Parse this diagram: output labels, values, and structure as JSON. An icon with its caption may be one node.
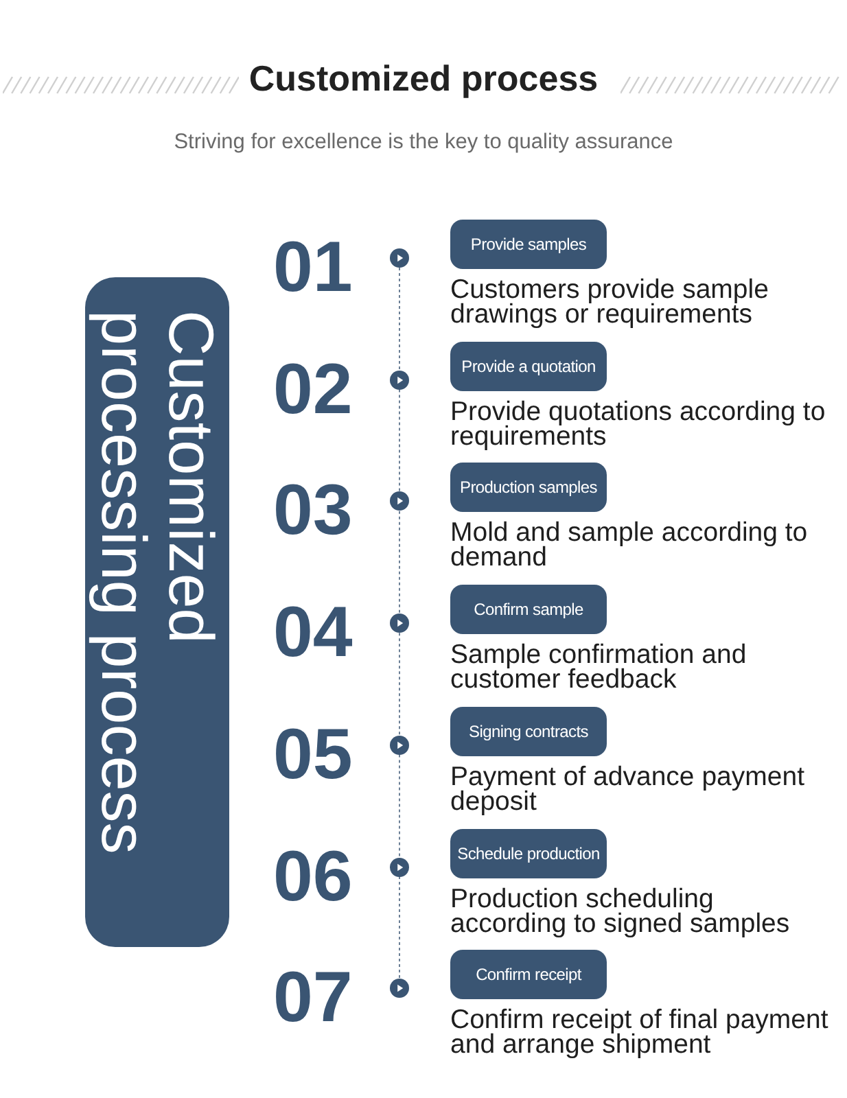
{
  "diagram": {
    "title": "Customized process",
    "nodes": [
      {
        "text": [
          "Customized processing process"
        ]
      },
      {
        "text": [
          "Provide samples"
        ],
        "beside": [
          "Customers provide sample drawings or requirements"
        ]
      },
      {
        "text": [
          "Provide a quotation"
        ],
        "beside": [
          "Provide quotations according to requirements"
        ]
      },
      {
        "text": [
          "Production samples"
        ],
        "beside": [
          "Mold and sample according to demand"
        ]
      },
      {
        "text": [
          "Confirm sample"
        ],
        "beside": [
          "Sample confirmation and customer feedback"
        ]
      },
      {
        "text": [
          "Signing contracts"
        ],
        "beside": [
          "Payment of advance payment deposit"
        ]
      },
      {
        "text": [
          "Schedule production"
        ],
        "beside": [
          "Production scheduling according to signed samples"
        ]
      },
      {
        "text": [
          "Confirm receipt"
        ],
        "beside": [
          "Confirm receipt of final payment and arrange shipment"
        ]
      },
      {
        "text": [],
        "shape": "circle"
      },
      {
        "text": [],
        "shape": "circle"
      },
      {
        "text": [],
        "shape": "circle"
      },
      {
        "text": [],
        "shape": "circle"
      },
      {
        "text": [],
        "shape": "circle"
      },
      {
        "text": [],
        "shape": "circle"
      },
      {
        "text": [],
        "shape": "circle"
      }
    ],
    "edges": [
      {
        "from": 8,
        "to": 9,
        "arrow": "none",
        "style": "dashed"
      },
      {
        "from": 9,
        "to": 10,
        "arrow": "none",
        "style": "dashed"
      },
      {
        "from": 10,
        "to": 11,
        "arrow": "none",
        "style": "dashed"
      },
      {
        "from": 11,
        "to": 12,
        "arrow": "none",
        "style": "dashed"
      },
      {
        "from": 12,
        "to": 13,
        "arrow": "none",
        "style": "dashed"
      },
      {
        "from": 13,
        "to": 14,
        "arrow": "none",
        "style": "dashed"
      }
    ],
    "labels": [
      "Striving for excellence is the key to quality assurance",
      "01",
      "02",
      "03",
      "04",
      "05",
      "06",
      "07"
    ]
  }
}
